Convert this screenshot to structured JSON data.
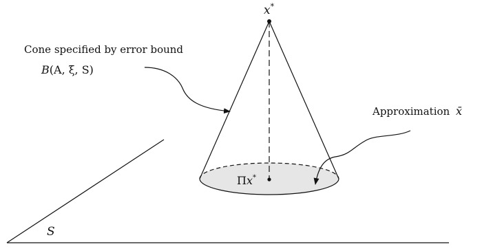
{
  "labels": {
    "apex": "x",
    "apex_sup": "*",
    "cone_caption_line1": "Cone specified by error bound",
    "cone_caption_line2_B": "B",
    "cone_caption_line2_args": "(A, ξ, S)",
    "approx_caption": "Approximation",
    "approx_symbol": "x̄",
    "projection_pi": "Π",
    "projection_x": "x",
    "projection_sup": "*",
    "set_label": "S"
  },
  "colors": {
    "stroke": "#111111",
    "base_fill": "#e6e6e6",
    "background": "#ffffff"
  }
}
